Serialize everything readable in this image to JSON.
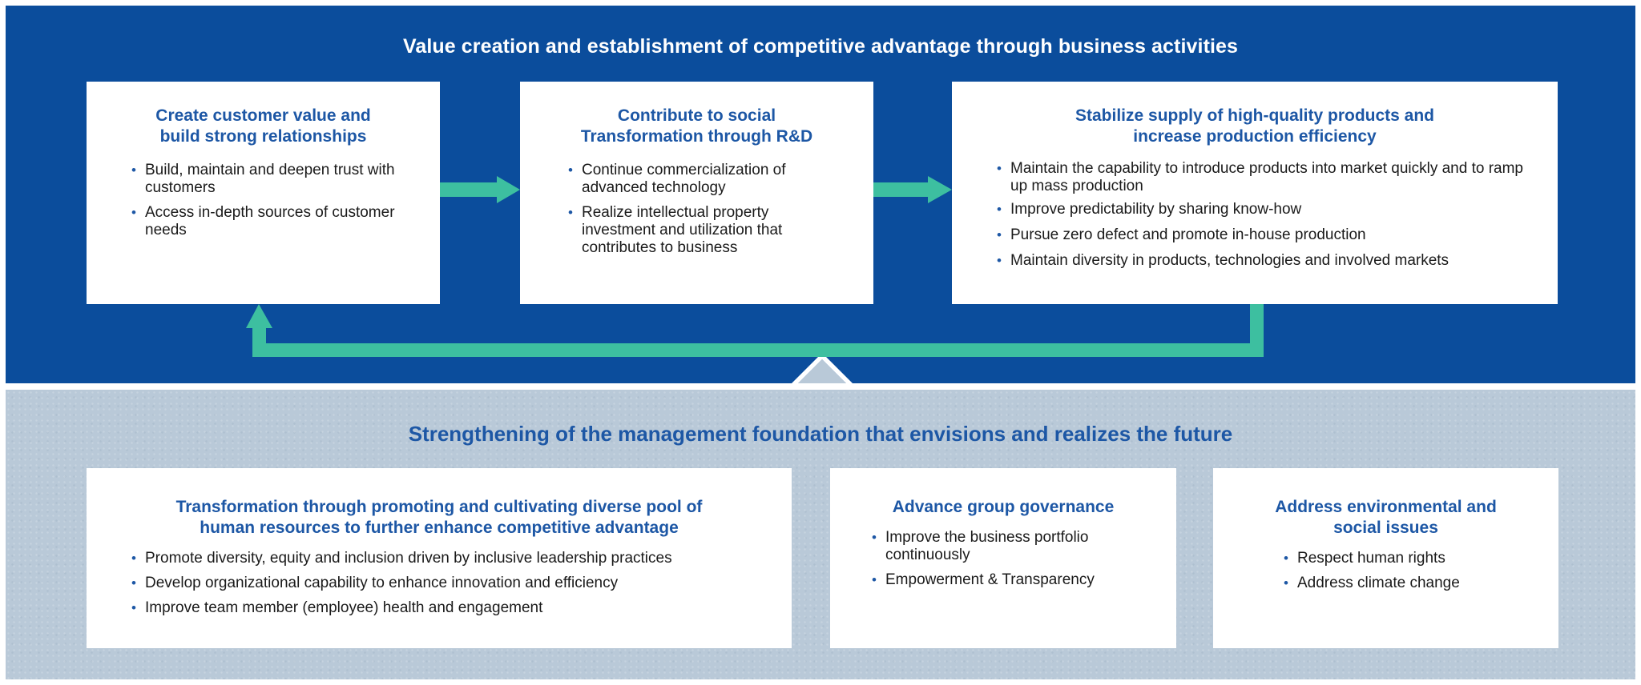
{
  "top_section": {
    "title": "Value creation and establishment of competitive advantage through business activities",
    "boxes": [
      {
        "title_line1": "Create customer value and",
        "title_line2": "build strong relationships",
        "bullets": [
          "Build, maintain and deepen trust with customers",
          "Access in-depth sources of customer needs"
        ]
      },
      {
        "title_line1": "Contribute to social",
        "title_line2": "Transformation through R&D",
        "bullets": [
          "Continue commercialization of advanced technology",
          "Realize intellectual property investment and utilization that contributes to business"
        ]
      },
      {
        "title_line1": "Stabilize supply of high-quality products and",
        "title_line2": "increase production efficiency",
        "bullets": [
          "Maintain the capability to introduce products into market quickly and to ramp up mass production",
          "Improve predictability by sharing know-how",
          "Pursue zero defect and promote in-house production",
          "Maintain diversity in products, technologies and involved markets"
        ]
      }
    ]
  },
  "bottom_section": {
    "title": "Strengthening of the management foundation that envisions and realizes the future",
    "boxes": [
      {
        "title_line1": "Transformation through promoting and cultivating diverse pool of",
        "title_line2": "human resources to further enhance competitive advantage",
        "bullets": [
          "Promote diversity, equity and inclusion driven by inclusive leadership practices",
          "Develop organizational capability to enhance innovation and efficiency",
          "Improve team member (employee) health and engagement"
        ]
      },
      {
        "title_line1": "Advance group governance",
        "title_line2": "",
        "bullets": [
          "Improve the business portfolio continuously",
          "Empowerment & Transparency"
        ]
      },
      {
        "title_line1": "Address environmental and",
        "title_line2": "social issues",
        "bullets": [
          "Respect human rights",
          "Address climate change"
        ]
      }
    ]
  },
  "colors": {
    "top_background": "#0b4d9c",
    "heading_blue": "#1d57a5",
    "arrow_green": "#3dbfa0",
    "bottom_background": "#b9c9d8"
  }
}
